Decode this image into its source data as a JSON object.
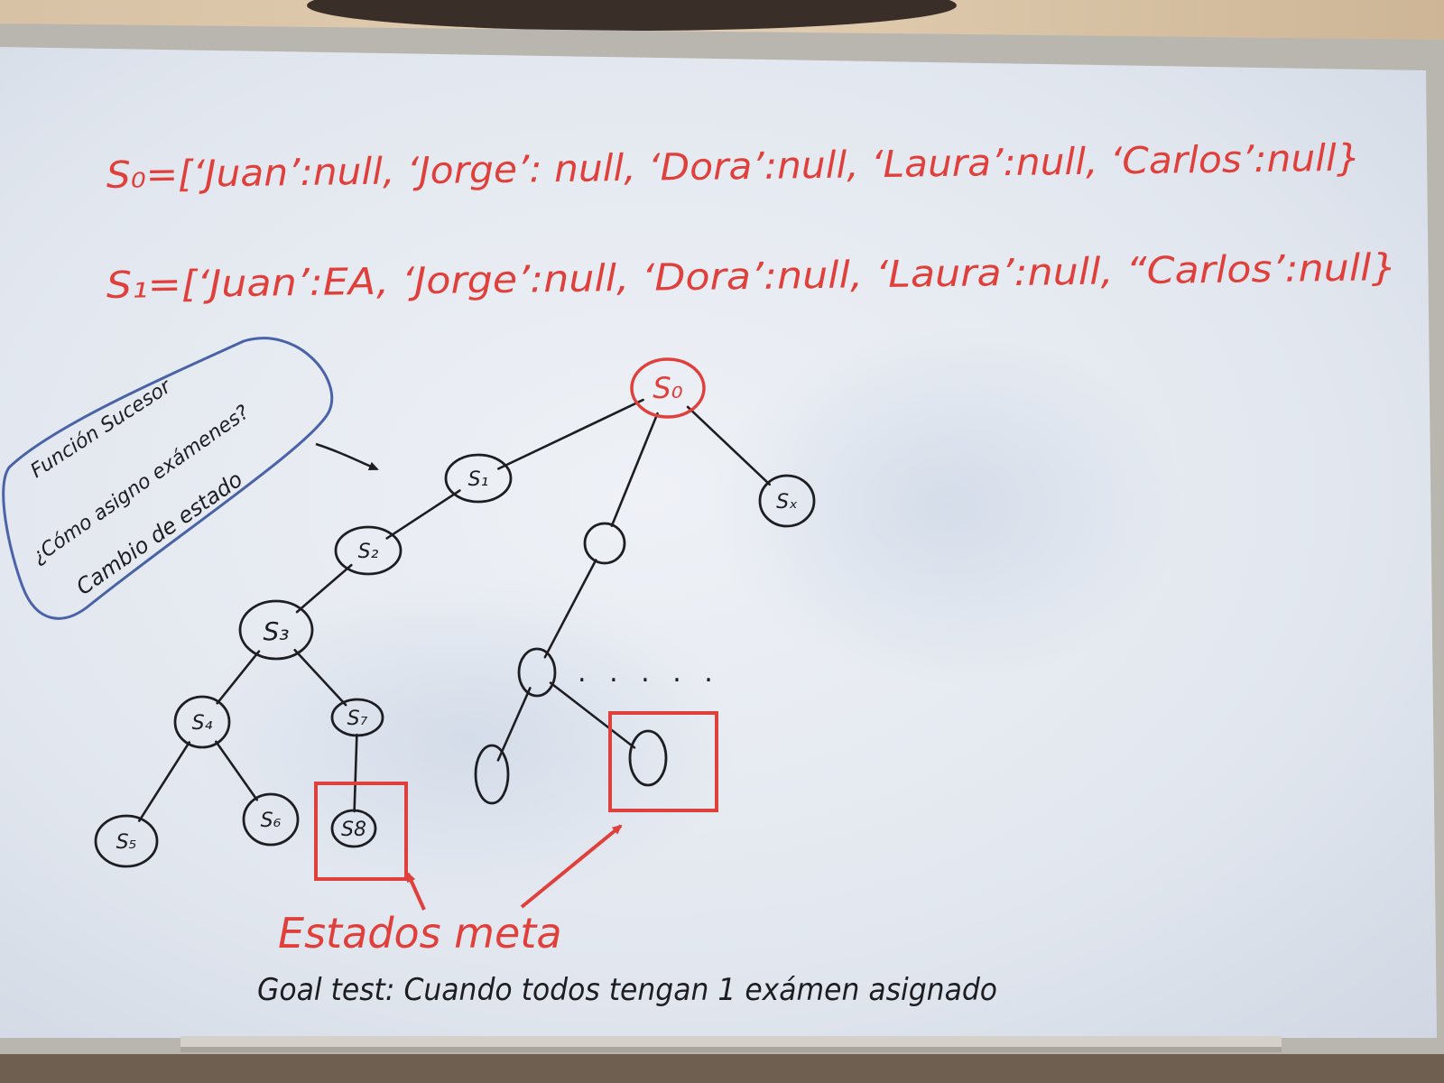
{
  "colors": {
    "red_marker": "#e0403c",
    "black_marker": "#1e1e22",
    "blue_marker": "#4a62a8",
    "board": "#e4e8ef",
    "wall": "#dcc6a8"
  },
  "states": {
    "s0": "S₀=[‘Juan’:null, ‘Jorge’: null, ‘Dora’:null, ‘Laura’:null, ‘Carlos’:null}",
    "s1": "S₁=[‘Juan’:EA, ‘Jorge’:null, ‘Dora’:null, ‘Laura’:null, “Carlos’:null}"
  },
  "note": {
    "line1": "Función Sucesor",
    "line2": "¿Cómo asigno exámenes?",
    "line3": "Cambio de estado"
  },
  "tree": {
    "nodes": [
      {
        "id": "root",
        "label": "S₀",
        "color": "red"
      },
      {
        "id": "n1",
        "label": "S₁"
      },
      {
        "id": "nx",
        "label": "Sₓ"
      },
      {
        "id": "n2",
        "label": "S₂"
      },
      {
        "id": "n3",
        "label": "S₃"
      },
      {
        "id": "n4",
        "label": "S₄"
      },
      {
        "id": "n7",
        "label": "S₇"
      },
      {
        "id": "n5",
        "label": "S₅"
      },
      {
        "id": "n6",
        "label": "S₆"
      },
      {
        "id": "n8",
        "label": "S8"
      },
      {
        "id": "m1",
        "label": ""
      },
      {
        "id": "m2",
        "label": ""
      },
      {
        "id": "m3",
        "label": ""
      },
      {
        "id": "goal2",
        "label": ""
      }
    ],
    "edges": [
      [
        "root",
        "n1"
      ],
      [
        "root",
        "m1"
      ],
      [
        "root",
        "nx"
      ],
      [
        "n1",
        "n2"
      ],
      [
        "n2",
        "n3"
      ],
      [
        "n3",
        "n4"
      ],
      [
        "n3",
        "n7"
      ],
      [
        "n4",
        "n5"
      ],
      [
        "n4",
        "n6"
      ],
      [
        "n7",
        "n8"
      ],
      [
        "m1",
        "m2"
      ],
      [
        "m2",
        "m3"
      ],
      [
        "m2",
        "goal2"
      ]
    ],
    "goal_nodes": [
      "n8",
      "goal2"
    ],
    "ellipsis": ". . . . ."
  },
  "goal_label": "Estados meta",
  "goal_test": "Goal test: Cuando todos tengan 1 exámen asignado"
}
